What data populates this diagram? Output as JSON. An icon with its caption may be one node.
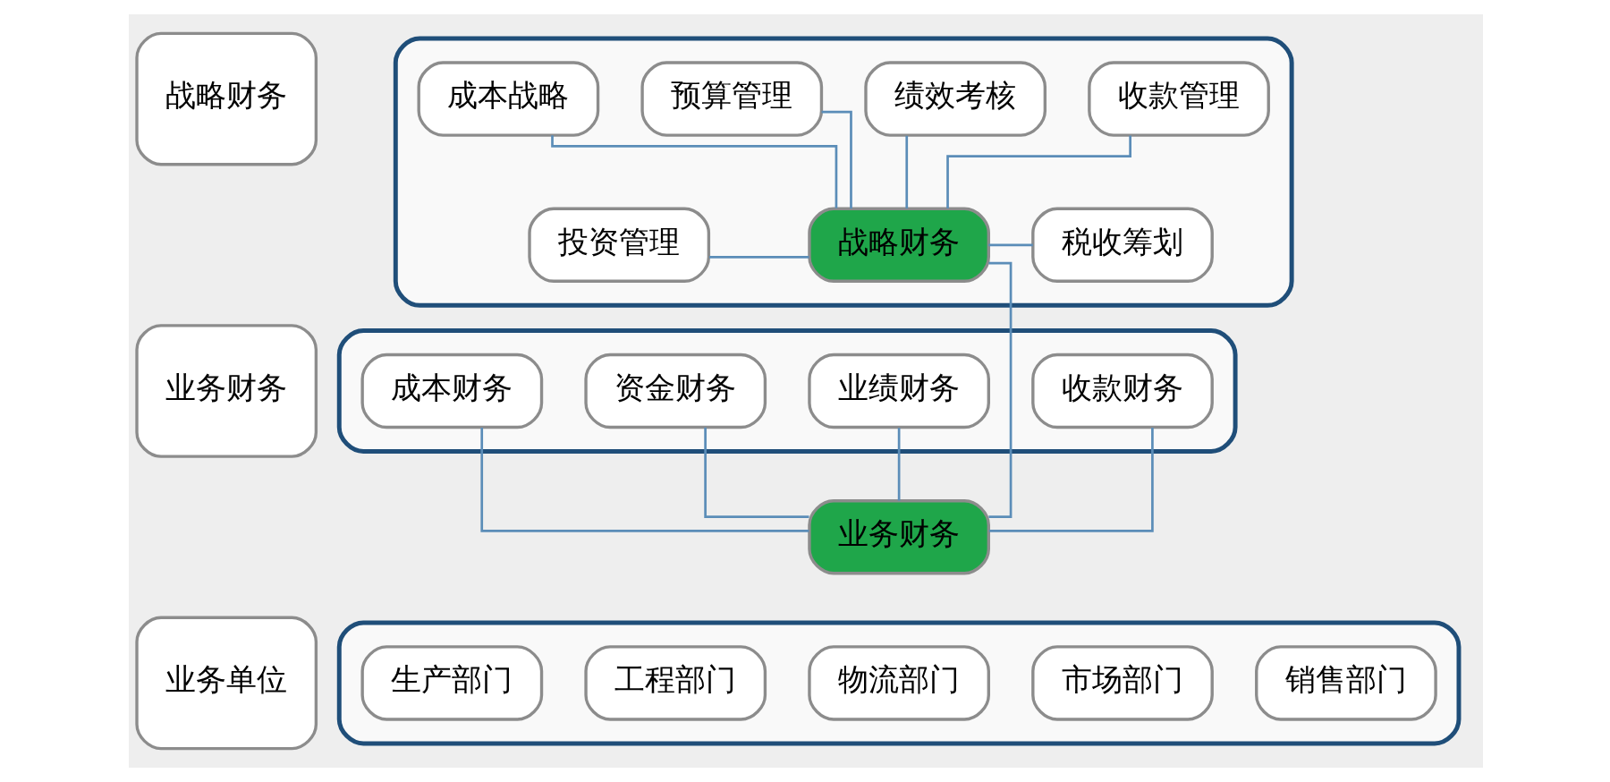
{
  "diagram": {
    "nodes": [
      {
        "text": [
          "战略财务"
        ]
      },
      {
        "text": [],
        "shape": "box"
      },
      {
        "text": [
          "成本战略"
        ],
        "in": 1
      },
      {
        "text": [
          "预算管理"
        ],
        "in": 1
      },
      {
        "text": [
          "绩效考核"
        ],
        "in": 1
      },
      {
        "text": [
          "收款管理"
        ],
        "in": 1
      },
      {
        "text": [
          "投资管理"
        ],
        "in": 1
      },
      {
        "text": [
          "战略财务"
        ],
        "in": 1
      },
      {
        "text": [
          "税收筹划"
        ],
        "in": 1
      },
      {
        "text": [
          "业务财务"
        ]
      },
      {
        "text": [],
        "shape": "box"
      },
      {
        "text": [
          "成本财务"
        ],
        "in": 10
      },
      {
        "text": [
          "资金财务"
        ],
        "in": 10
      },
      {
        "text": [
          "业绩财务"
        ],
        "in": 10
      },
      {
        "text": [
          "收款财务"
        ],
        "in": 10
      },
      {
        "text": [
          "业务财务"
        ]
      },
      {
        "text": [
          "业务单位"
        ]
      },
      {
        "text": [],
        "shape": "box"
      },
      {
        "text": [
          "生产部门"
        ],
        "in": 17
      },
      {
        "text": [
          "工程部门"
        ],
        "in": 17
      },
      {
        "text": [
          "物流部门"
        ],
        "in": 17
      },
      {
        "text": [
          "市场部门"
        ],
        "in": 17
      },
      {
        "text": [
          "销售部门"
        ],
        "in": 17
      }
    ],
    "edges": [
      {
        "from": 2,
        "to": 7,
        "arrow": "none"
      },
      {
        "from": 3,
        "to": 7,
        "arrow": "none"
      },
      {
        "from": 4,
        "to": 7,
        "arrow": "none"
      },
      {
        "from": 5,
        "to": 7,
        "arrow": "none"
      },
      {
        "from": 6,
        "to": 7,
        "arrow": "none"
      },
      {
        "from": 7,
        "to": 8,
        "arrow": "none"
      },
      {
        "from": 7,
        "to": 15,
        "arrow": "none"
      },
      {
        "from": 11,
        "to": 15,
        "arrow": "none"
      },
      {
        "from": 12,
        "to": 15,
        "arrow": "none"
      },
      {
        "from": 13,
        "to": 15,
        "arrow": "none"
      },
      {
        "from": 14,
        "to": 15,
        "arrow": "none"
      }
    ]
  }
}
